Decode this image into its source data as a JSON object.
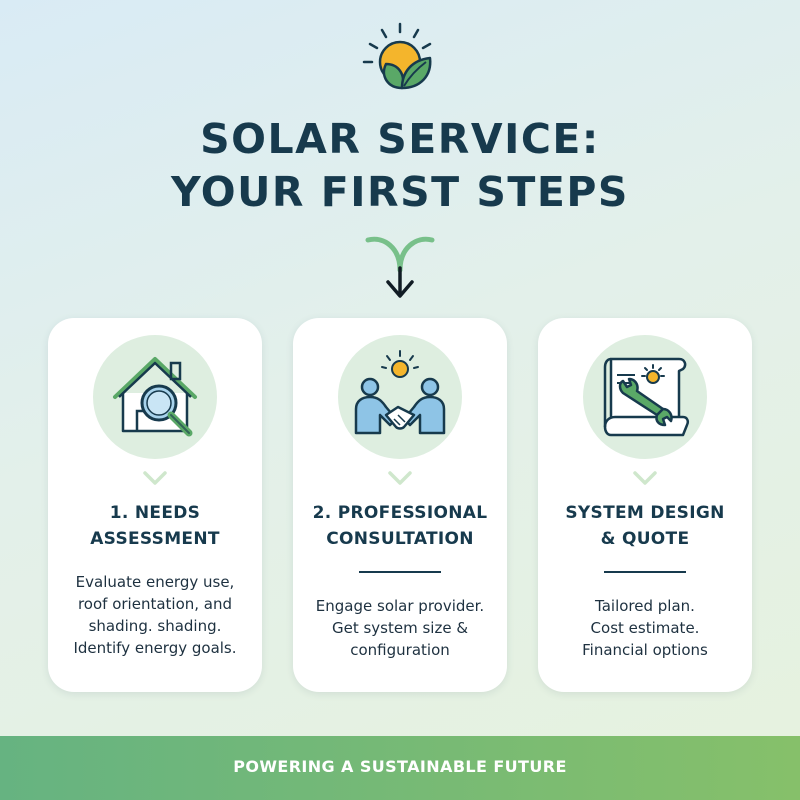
{
  "header": {
    "logo_icon": "sun-leaf-icon",
    "title_line1": "SOLAR SERVICE:",
    "title_line2": "YOUR FIRST STEPS",
    "arrow_icon": "branching-down-arrow-icon"
  },
  "steps": [
    {
      "icon": "house-magnifier-icon",
      "title_lines": [
        "1. NEEDS",
        "ASSESSMENT"
      ],
      "description_lines": [
        "Evaluate energy use,",
        "roof orientation, and",
        "shading. shading.",
        "Identify energy goals."
      ]
    },
    {
      "icon": "handshake-sun-icon",
      "title_lines": [
        "2. PROFESSIONAL",
        "CONSULTATION"
      ],
      "description_lines": [
        "Engage solar provider.",
        "Get system size &",
        "configuration"
      ]
    },
    {
      "icon": "blueprint-wrench-icon",
      "title_lines": [
        "SYSTEM DESIGN",
        "& QUOTE"
      ],
      "description_lines": [
        "Tailored plan.",
        "Cost estimate.",
        "Financial options"
      ]
    }
  ],
  "footer": {
    "text": "POWERING A SUSTAINABLE FUTURE"
  },
  "colors": {
    "navy": "#173a4d",
    "green": "#5aa867",
    "sun": "#f4b52c",
    "footer_start": "#66b381",
    "footer_end": "#86c06a"
  }
}
